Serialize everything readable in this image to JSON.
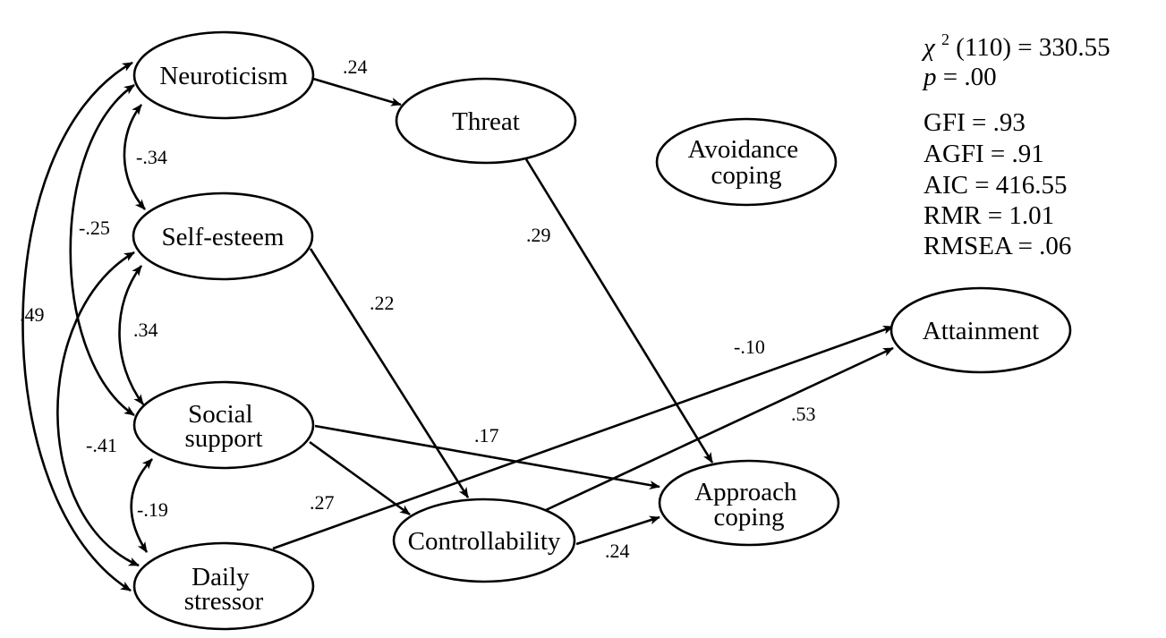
{
  "nodes": {
    "neuroticism": "Neuroticism",
    "threat": "Threat",
    "avoidance_coping": [
      "Avoidance",
      "coping"
    ],
    "self_esteem": "Self-esteem",
    "social_support": [
      "Social",
      "support"
    ],
    "daily_stressor": [
      "Daily",
      "stressor"
    ],
    "controllability": "Controllability",
    "approach_coping": [
      "Approach",
      "coping"
    ],
    "attainment": "Attainment"
  },
  "paths": [
    {
      "from": "Neuroticism",
      "to": "Threat",
      "coefficient": ".24"
    },
    {
      "from": "Threat",
      "to": "Approach coping",
      "coefficient": ".29"
    },
    {
      "from": "Self-esteem",
      "to": "Controllability",
      "coefficient": ".22"
    },
    {
      "from": "Social support",
      "to": "Approach coping",
      "coefficient": ".17"
    },
    {
      "from": "Social support",
      "to": "Controllability",
      "coefficient": ".27"
    },
    {
      "from": "Controllability",
      "to": "Approach coping",
      "coefficient": ".24"
    },
    {
      "from": "Controllability",
      "to": "Attainment",
      "coefficient": ".53"
    },
    {
      "from": "Daily stressor",
      "to": "Attainment",
      "coefficient": "-.10"
    }
  ],
  "correlations": [
    {
      "a": "Neuroticism",
      "b": "Self-esteem",
      "coefficient": "-.34"
    },
    {
      "a": "Neuroticism",
      "b": "Social support",
      "coefficient": "-.25"
    },
    {
      "a": "Neuroticism",
      "b": "Daily stressor",
      "coefficient": ".49"
    },
    {
      "a": "Self-esteem",
      "b": "Social support",
      "coefficient": ".34"
    },
    {
      "a": "Self-esteem",
      "b": "Daily stressor",
      "coefficient": "-.41"
    },
    {
      "a": "Social support",
      "b": "Daily stressor",
      "coefficient": "-.19"
    }
  ],
  "fit_stats": {
    "chi_symbol": "χ",
    "chi_superscript": "2",
    "chi_rest": " (110) = 330.55",
    "p_symbol": "p",
    "p_rest": " = .00",
    "gfi": "GFI = .93",
    "agfi": "AGFI = .91",
    "aic": "AIC = 416.55",
    "rmr": "RMR = 1.01",
    "rmsea": "RMSEA = .06"
  }
}
